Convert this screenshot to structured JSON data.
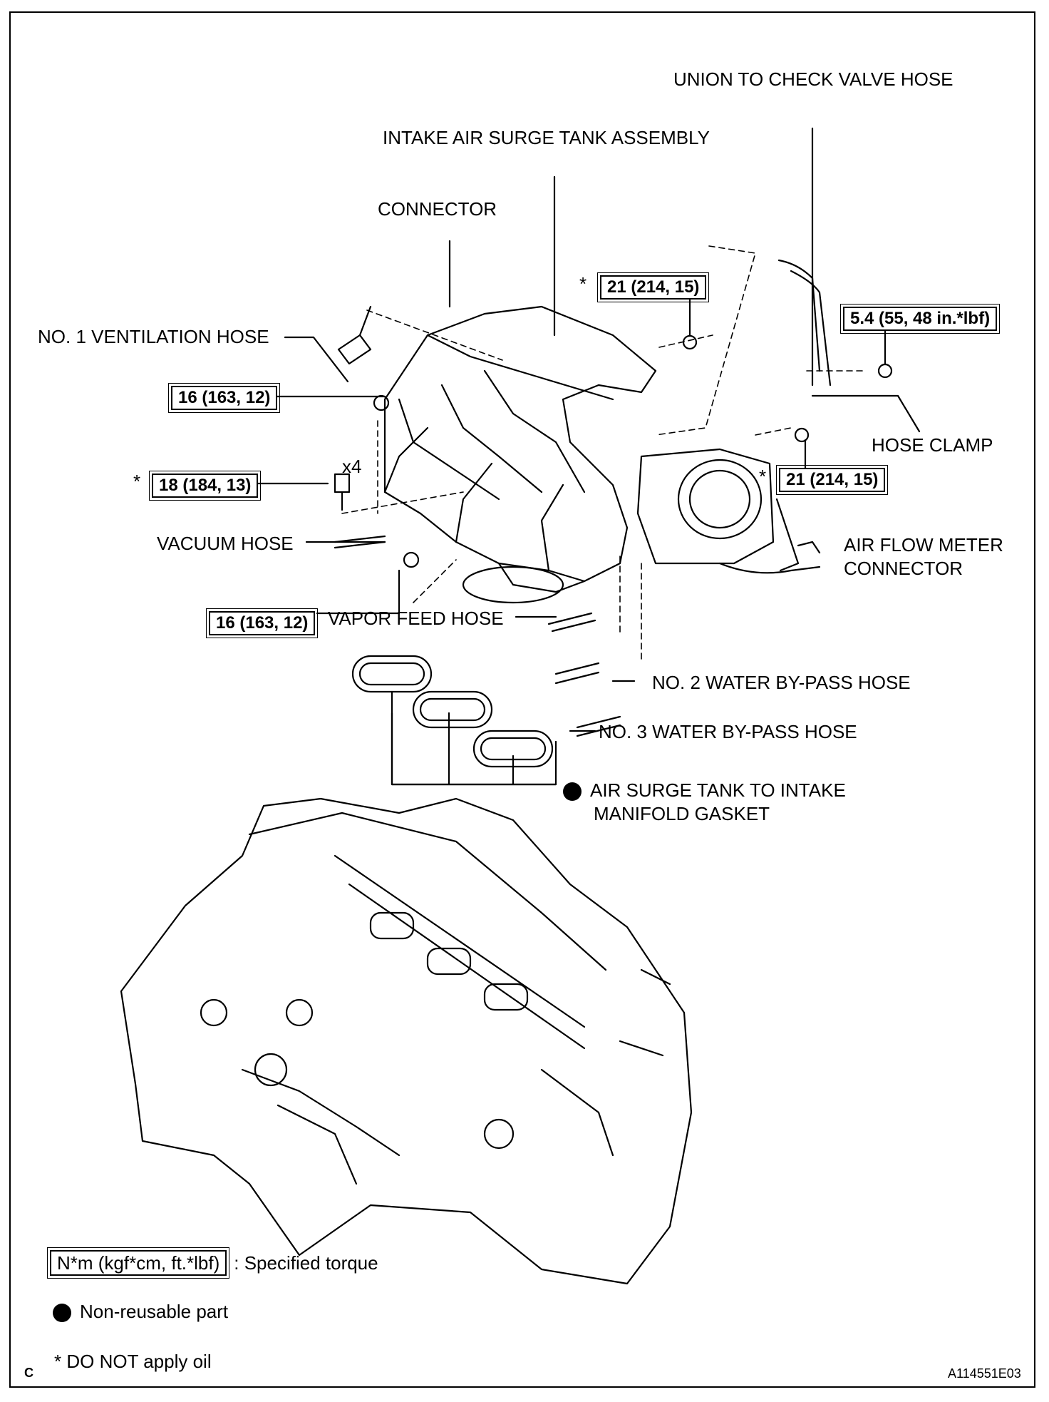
{
  "labels": {
    "union_hose": "UNION TO CHECK VALVE HOSE",
    "surge_tank": "INTAKE AIR SURGE TANK ASSEMBLY",
    "connector": "CONNECTOR",
    "ventilation_hose": "NO. 1 VENTILATION HOSE",
    "hose_clamp": "HOSE CLAMP",
    "vacuum_hose": "VACUUM HOSE",
    "air_flow_1": "AIR FLOW METER",
    "air_flow_2": "CONNECTOR",
    "vapor_feed": "VAPOR FEED HOSE",
    "water_bypass_2": "NO. 2 WATER BY-PASS HOSE",
    "water_bypass_3": "NO. 3 WATER BY-PASS HOSE",
    "gasket_1": "AIR SURGE TANK TO INTAKE",
    "gasket_2": "MANIFOLD GASKET",
    "x4": "x4"
  },
  "torques": {
    "t_21_top": "21 (214, 15)",
    "t_54": "5.4 (55, 48 in.*lbf)",
    "t_16_a": "16 (163, 12)",
    "t_18": "18 (184, 13)",
    "t_21_right": "21 (214, 15)",
    "t_16_b": "16 (163, 12)"
  },
  "stars": {
    "s1": "*",
    "s2": "*",
    "s3": "*"
  },
  "legend": {
    "torque_box": "N*m (kgf*cm, ft.*lbf)",
    "torque_text": ": Specified torque",
    "nonreusable": "Non-reusable part",
    "no_oil": "* DO NOT apply oil"
  },
  "corner": {
    "left": "C",
    "right": "A114551E03"
  }
}
